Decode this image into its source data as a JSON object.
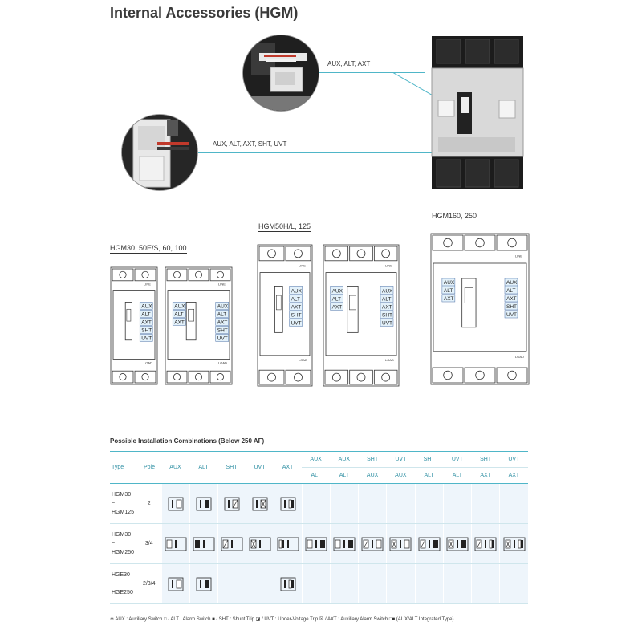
{
  "page": {
    "title": "Internal Accessories (HGM)"
  },
  "callouts": [
    {
      "label": "AUX, ALT, AXT"
    },
    {
      "label": "AUX, ALT, AXT, SHT, UVT"
    }
  ],
  "drawings": {
    "group1": {
      "caption": "HGM30, 50E/S, 60, 100",
      "left_labels": [
        "AUX",
        "ALT",
        "AXT",
        "SHT",
        "UVT"
      ],
      "right_labels": [
        "AUX",
        "ALT",
        "AXT"
      ],
      "right_labels2": [
        "AUX",
        "ALT",
        "AXT",
        "SHT",
        "UVT"
      ]
    },
    "group2": {
      "caption": "HGM50H/L, 125",
      "left_labels": [
        "AUX",
        "ALT",
        "AXT",
        "SHT",
        "UVT"
      ],
      "right_labels": [
        "AUX",
        "ALT",
        "AXT"
      ],
      "right_labels2": [
        "AUX",
        "ALT",
        "AXT",
        "SHT",
        "UVT"
      ]
    },
    "group3": {
      "caption": "HGM160, 250",
      "left_labels": [
        "AUX",
        "ALT",
        "AXT"
      ],
      "right_labels": [
        "AUX",
        "ALT",
        "AXT",
        "SHT",
        "UVT"
      ]
    },
    "plate_line": "LINE",
    "plate_load": "LOAD"
  },
  "table": {
    "title": "Possible Installation Combinations (Below 250 AF)",
    "headers": {
      "type": "Type",
      "pole": "Pole",
      "singles": [
        "AUX",
        "ALT",
        "SHT",
        "UVT",
        "AXT"
      ],
      "pairs_top": [
        "AUX",
        "AUX",
        "SHT",
        "UVT",
        "SHT",
        "UVT",
        "SHT",
        "UVT"
      ],
      "pairs_bottom": [
        "ALT",
        "ALT",
        "AUX",
        "AUX",
        "ALT",
        "ALT",
        "AXT",
        "AXT"
      ]
    },
    "rows": [
      {
        "type_top": "HGM30",
        "type_mid": "~",
        "type_bottom": "HGM125",
        "pole": "2"
      },
      {
        "type_top": "HGM30",
        "type_mid": "~",
        "type_bottom": "HGM250",
        "pole": "3/4"
      },
      {
        "type_top": "HGE30",
        "type_mid": "~",
        "type_bottom": "HGE250",
        "pole": "2/3/4"
      }
    ],
    "footnote": "※ AUX : Auxiliary Switch □ / ALT : Alarm Switch ■ / SHT : Shunt Trip ◪ / UVT : Under-Voltage Trip ☒ / AXT : Auxiliary Alarm Switch □■ (AUX/ALT Integrated Type)"
  },
  "colors": {
    "accent": "#4fb6c8",
    "header_text": "#2e8fa3",
    "shade": "#eef5fb"
  },
  "icons": [
    "aux-symbol-icon",
    "alt-symbol-icon",
    "sht-symbol-icon",
    "uvt-symbol-icon",
    "axt-symbol-icon"
  ]
}
